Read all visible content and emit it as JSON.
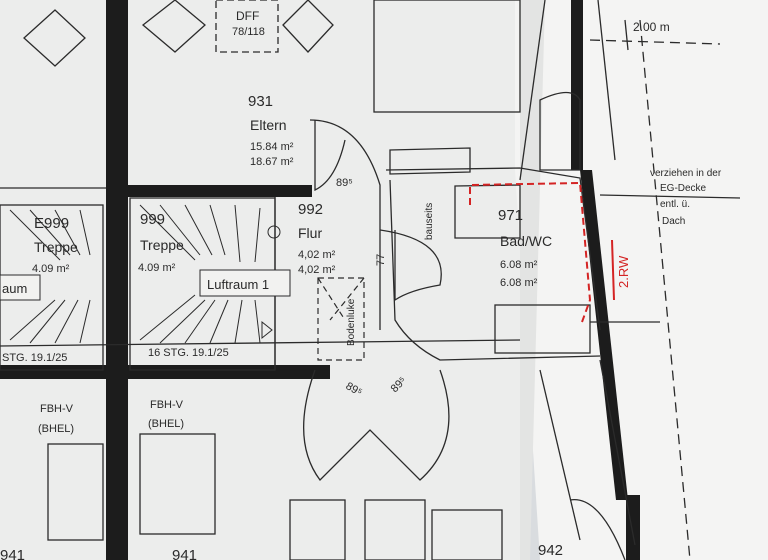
{
  "rooms": {
    "dff": {
      "title": "DFF",
      "sub": "78/118"
    },
    "eltern": {
      "number": "931",
      "name": "Eltern",
      "area1": "15.84 m²",
      "area2": "18.67 m²"
    },
    "flur": {
      "number": "992",
      "name": "Flur",
      "area1": "4,02 m²",
      "area2": "4,02 m²"
    },
    "treppe_e": {
      "number": "E999",
      "name": "Treppe",
      "area": "4.09 m²"
    },
    "treppe": {
      "number": "999",
      "name": "Treppe",
      "area": "4.09 m²",
      "stg": "16 STG. 19.1/25"
    },
    "treppe_left_stg": "STG. 19.1/25",
    "luftraum": "Luftraum 1",
    "luftraum_left": "aum",
    "bad": {
      "number": "971",
      "name": "Bad/WC",
      "area1": "6.08 m²",
      "area2": "6.08 m²"
    },
    "fbh_left": {
      "line1": "FBH-V",
      "line2": "(BHEL)"
    },
    "fbh_right": {
      "line1": "FBH-V",
      "line2": "(BHEL)"
    },
    "bottom_left": "941",
    "bottom_mid": "941",
    "bottom_right": "942"
  },
  "dimensions": {
    "d895_top": "89⁵",
    "d77": "77",
    "d895_a": "89⁵",
    "d895_b": "89⁵",
    "dim_2m": "2.00 m"
  },
  "annotations": {
    "bodenluke": "Bodenluke",
    "bauseits": "bauseits",
    "note_lines": [
      "verziehen in der",
      "EG-Decke",
      "entl. ü.",
      "Dach"
    ],
    "rw": "2.RW"
  },
  "colors": {
    "paper": "#f2f2f0",
    "wall": "#1c1c1c",
    "line": "#2b2b2b",
    "red": "#d42424"
  }
}
